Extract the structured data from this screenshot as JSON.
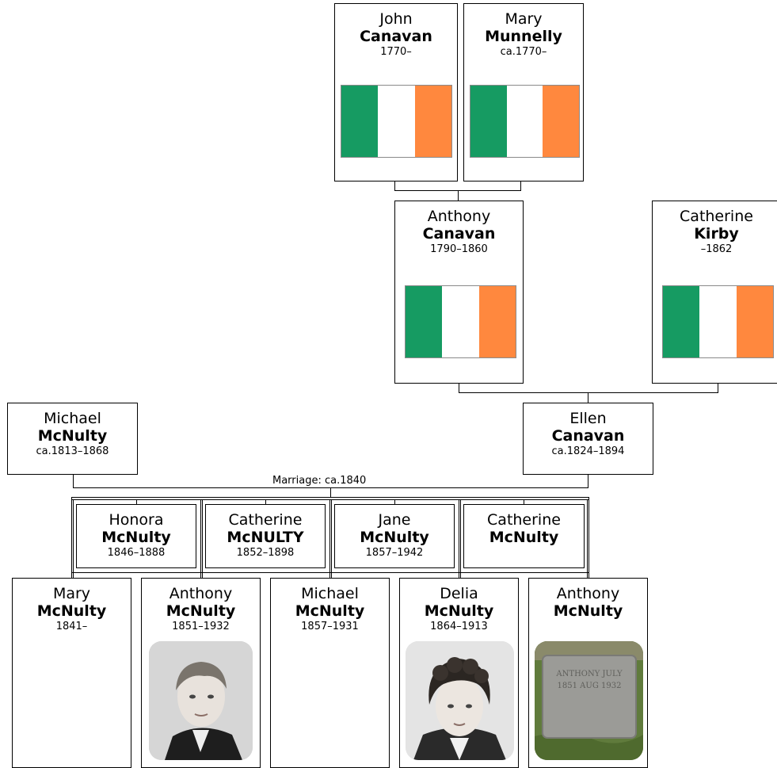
{
  "people": {
    "john_canavan": {
      "given": "John",
      "surname": "Canavan",
      "dates": "1770–"
    },
    "mary_munnelly": {
      "given": "Mary",
      "surname": "Munnelly",
      "dates": "ca.1770–"
    },
    "anthony_canavan_sr": {
      "given": "Anthony",
      "surname": "Canavan",
      "dates": "1790–1860"
    },
    "catherine_kirby": {
      "given": "Catherine",
      "surname": "Kirby",
      "dates": "–1862"
    },
    "michael_mcnulty_sr": {
      "given": "Michael",
      "surname": "McNulty",
      "dates": "ca.1813–1868"
    },
    "ellen_canavan": {
      "given": "Ellen",
      "surname": "Canavan",
      "dates": "ca.1824–1894"
    },
    "honora_mcnulty": {
      "given": "Honora",
      "surname": "McNulty",
      "dates": "1846–1888"
    },
    "catherine_mcnulty_1852": {
      "given": "Catherine",
      "surname": "McNULTY",
      "dates": "1852–1898"
    },
    "jane_mcnulty": {
      "given": "Jane",
      "surname": "McNulty",
      "dates": "1857–1942"
    },
    "catherine_mcnulty": {
      "given": "Catherine",
      "surname": "McNulty",
      "dates": ""
    },
    "mary_mcnulty": {
      "given": "Mary",
      "surname": "McNulty",
      "dates": "1841–"
    },
    "anthony_mcnulty_1851": {
      "given": "Anthony",
      "surname": "McNulty",
      "dates": "1851–1932"
    },
    "michael_mcnulty_1857": {
      "given": "Michael",
      "surname": "McNulty",
      "dates": "1857–1931"
    },
    "delia_mcnulty": {
      "given": "Delia",
      "surname": "McNulty",
      "dates": "1864–1913"
    },
    "anthony_mcnulty": {
      "given": "Anthony",
      "surname": "McNulty",
      "dates": ""
    }
  },
  "marriage_label": "Marriage: ca.1840",
  "headstone_text": "ANTHONY JULY 1851 AUG 1932",
  "colors": {
    "flag_green": "#169b62",
    "flag_white": "#ffffff",
    "flag_orange": "#ff883e",
    "line": "#000000"
  }
}
